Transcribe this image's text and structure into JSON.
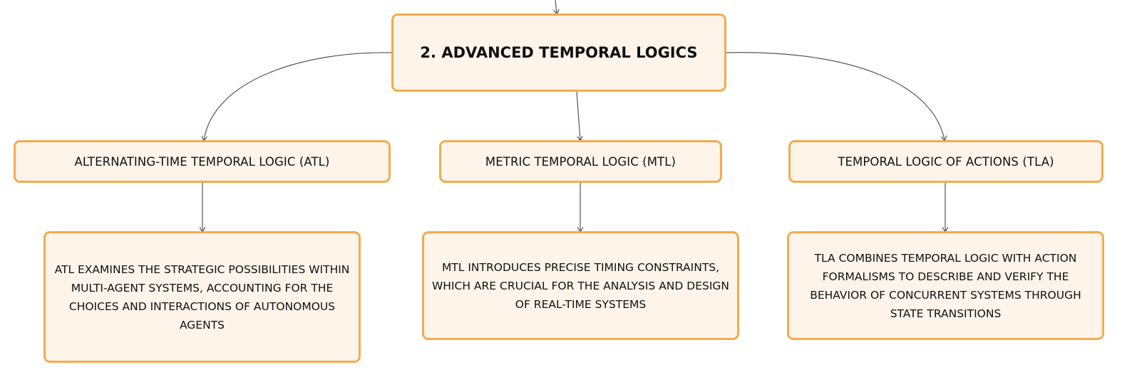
{
  "root": {
    "title": "2. ADVANCED TEMPORAL LOGICS"
  },
  "branches": [
    {
      "title": "ALTERNATING-TIME TEMPORAL LOGIC (ATL)",
      "description": "ATL EXAMINES THE STRATEGIC POSSIBILITIES WITHIN MULTI-AGENT SYSTEMS, ACCOUNTING FOR THE CHOICES AND INTERACTIONS OF AUTONOMOUS AGENTS"
    },
    {
      "title": "METRIC TEMPORAL LOGIC (MTL)",
      "description": "MTL INTRODUCES PRECISE TIMING CONSTRAINTS, WHICH ARE CRUCIAL FOR THE ANALYSIS AND DESIGN OF REAL-TIME SYSTEMS"
    },
    {
      "title": "TEMPORAL LOGIC OF ACTIONS (TLA)",
      "description": "TLA COMBINES TEMPORAL LOGIC WITH ACTION FORMALISMS TO DESCRIBE AND VERIFY THE BEHAVIOR OF CONCURRENT SYSTEMS THROUGH STATE TRANSITIONS"
    }
  ],
  "colors": {
    "node_fill": "#fef4ea",
    "node_border": "#f3ab4e",
    "connector": "#555555"
  }
}
